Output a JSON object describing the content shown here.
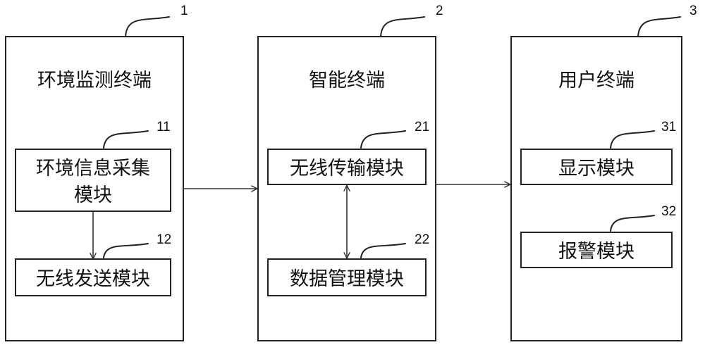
{
  "terminals": [
    {
      "id": "env",
      "ref": "1",
      "title": "环境监测终端",
      "modules": [
        {
          "ref": "11",
          "lines": [
            "环境信息采集",
            "模块"
          ]
        },
        {
          "ref": "12",
          "lines": [
            "无线发送模块"
          ]
        }
      ]
    },
    {
      "id": "smart",
      "ref": "2",
      "title": "智能终端",
      "modules": [
        {
          "ref": "21",
          "lines": [
            "无线传输模块"
          ]
        },
        {
          "ref": "22",
          "lines": [
            "数据管理模块"
          ]
        }
      ]
    },
    {
      "id": "user",
      "ref": "3",
      "title": "用户终端",
      "modules": [
        {
          "ref": "31",
          "lines": [
            "显示模块"
          ]
        },
        {
          "ref": "32",
          "lines": [
            "报警模块"
          ]
        }
      ]
    }
  ],
  "colors": {
    "stroke": "#222222",
    "text": "#111111",
    "background": "#ffffff"
  }
}
